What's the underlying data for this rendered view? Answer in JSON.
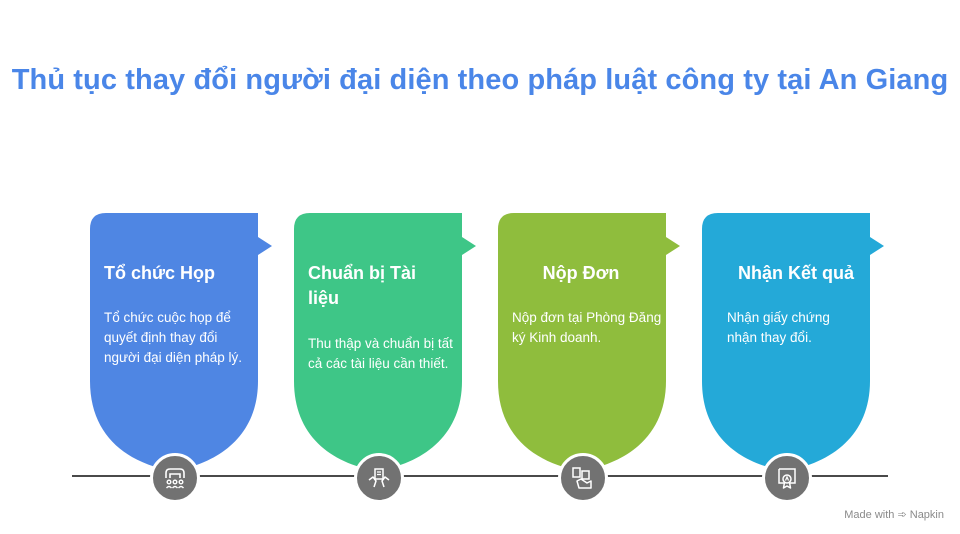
{
  "title": "Thủ tục thay đổi người đại diện theo pháp luật công ty tại An Giang",
  "steps": [
    {
      "title": "Tổ chức Họp",
      "description": "Tổ chức cuộc họp để quyết định thay đổi người đại diện pháp lý.",
      "color": "#4f86e3",
      "icon": "meeting-icon"
    },
    {
      "title": "Chuẩn bị Tài liệu",
      "description": "Thu thập và chuẩn bị tất cả các tài liệu cần thiết.",
      "color": "#3ec687",
      "icon": "documents-hands-icon"
    },
    {
      "title": "Nộp Đơn",
      "description": "Nộp đơn tại Phòng Đăng ký Kinh doanh.",
      "color": "#8fbd3d",
      "icon": "submit-form-icon"
    },
    {
      "title": "Nhận Kết quả",
      "description": "Nhận giấy chứng nhận thay đổi.",
      "color": "#24a9d8",
      "icon": "certificate-icon"
    }
  ],
  "footer": {
    "made_with": "Made with",
    "brand": "Napkin"
  }
}
